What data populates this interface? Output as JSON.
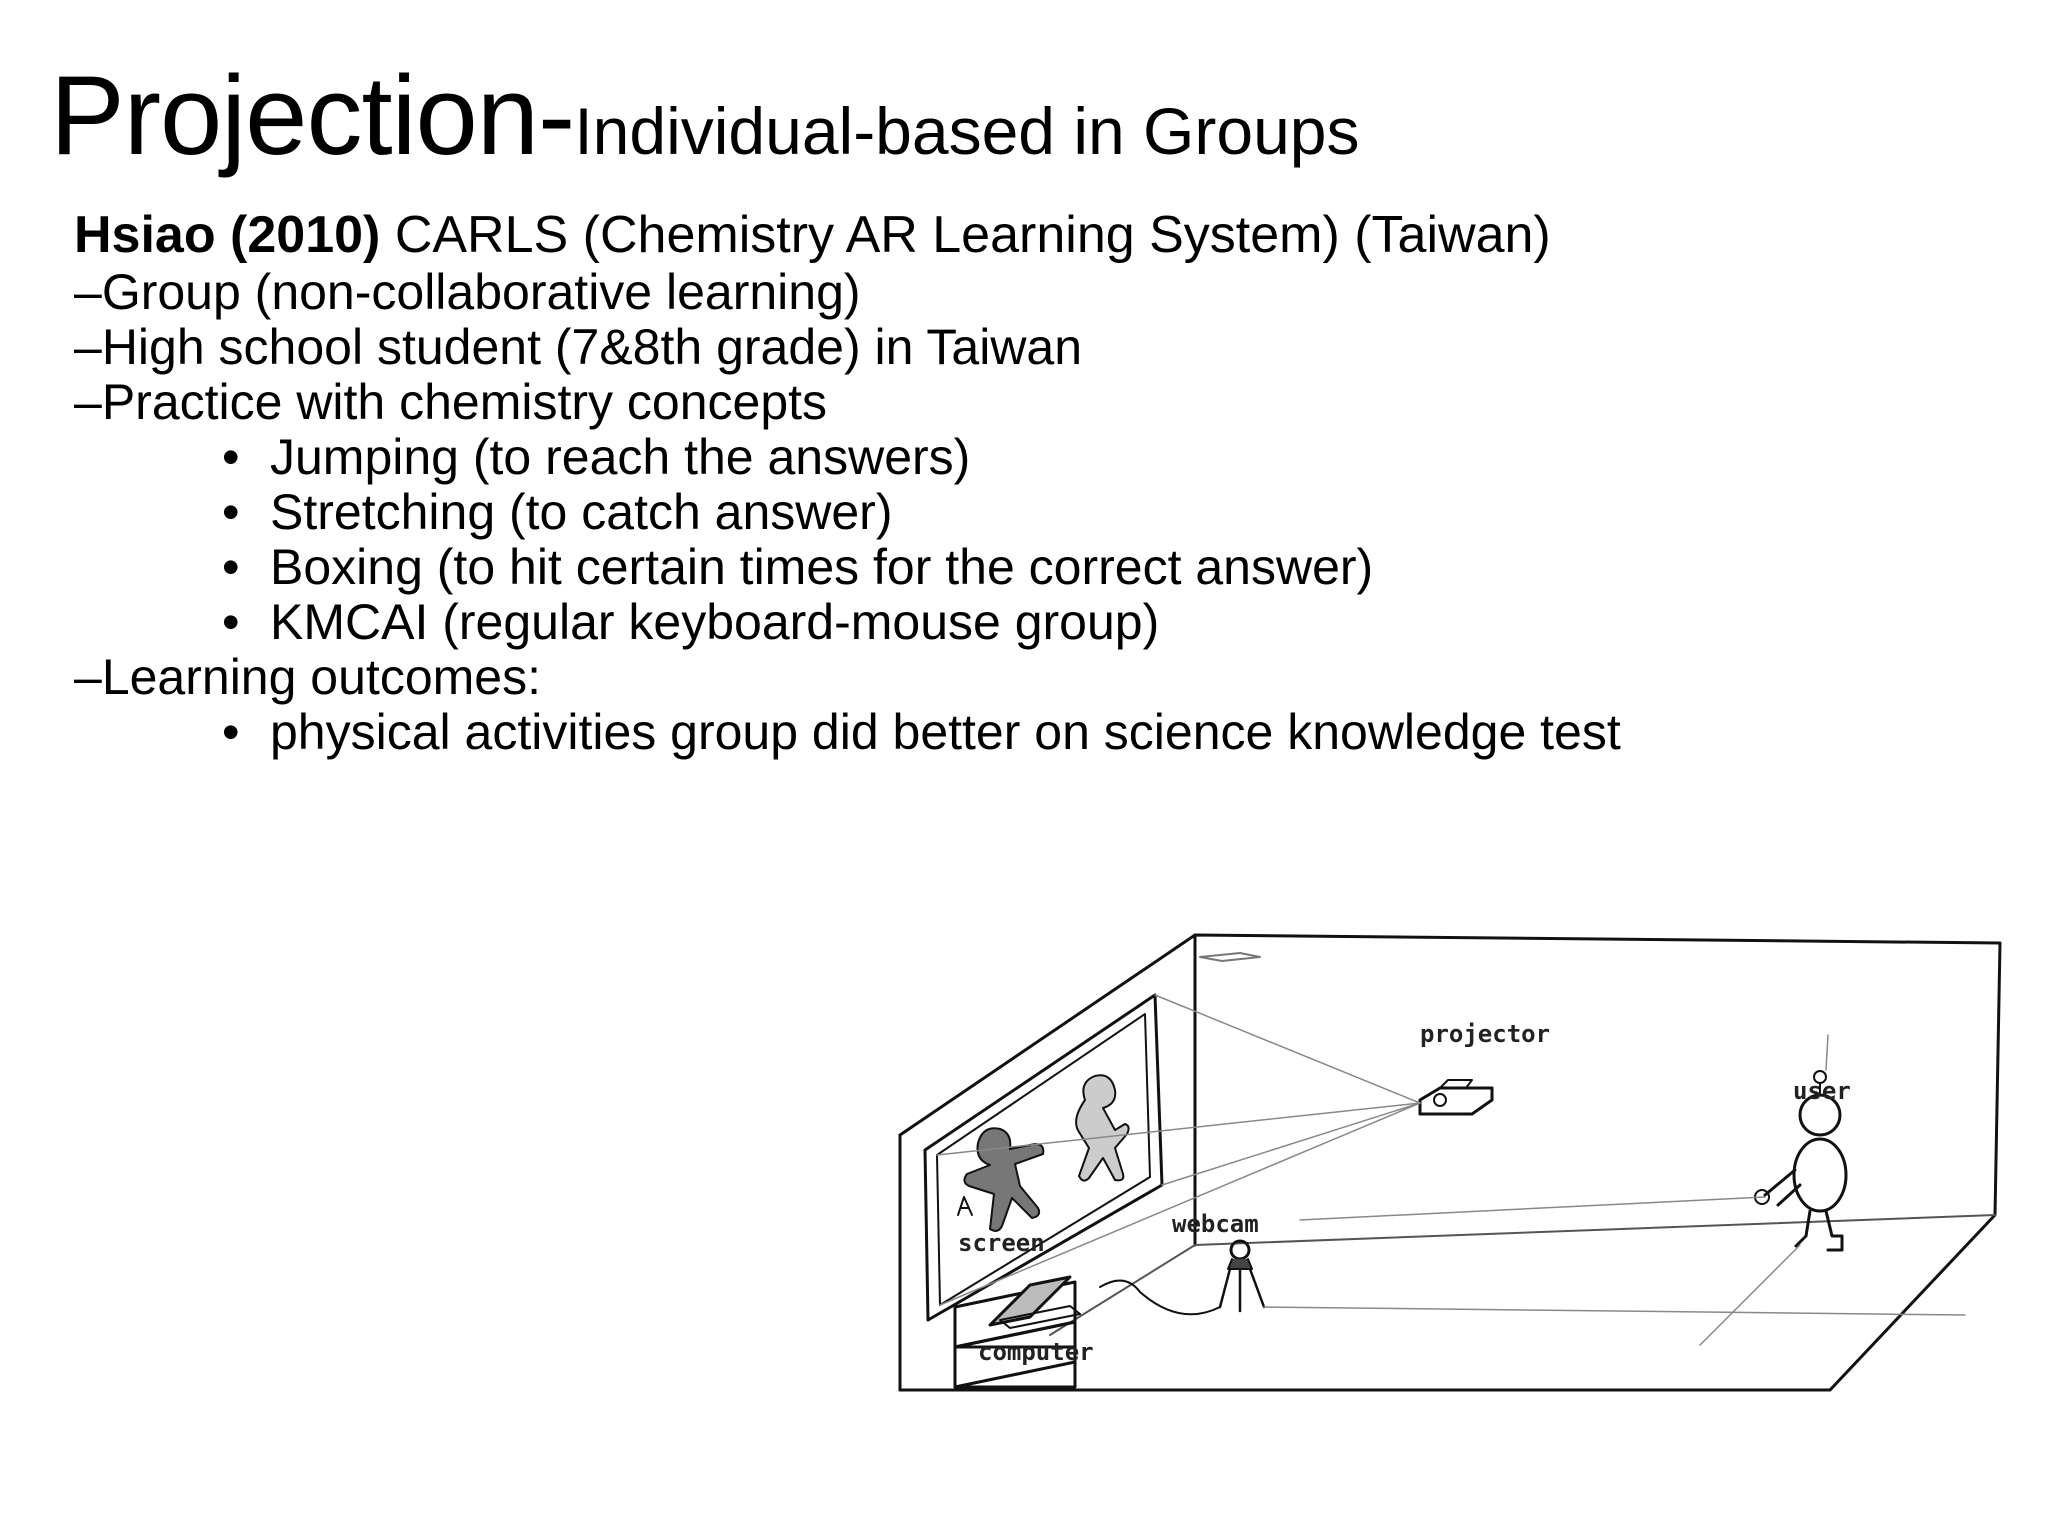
{
  "title": {
    "main": "Projection-",
    "sub": "Individual-based in Groups"
  },
  "heading": {
    "author": "Hsiao (2010)",
    "system": " CARLS (Chemistry AR Learning System) (Taiwan)"
  },
  "dash_items": [
    {
      "dash": "–",
      "text": "Group (non-collaborative learning)"
    },
    {
      "dash": "–",
      "text": "High school student (7&8th grade) in Taiwan"
    },
    {
      "dash": "–",
      "text": "Practice with chemistry concepts"
    }
  ],
  "practice_bullets": [
    "Jumping (to reach the answers)",
    "Stretching (to catch answer)",
    "Boxing (to hit certain times for the correct answer)",
    "KMCAI (regular keyboard-mouse group)"
  ],
  "outcomes": {
    "dash": "–",
    "text": "Learning outcomes:",
    "bullets": [
      "physical activities group did better on science knowledge test"
    ]
  },
  "bullet_glyph": "•",
  "figure_labels": {
    "projector": "projector",
    "user": "user",
    "screen": "screen",
    "webcam": "webcam",
    "computer": "computer"
  }
}
